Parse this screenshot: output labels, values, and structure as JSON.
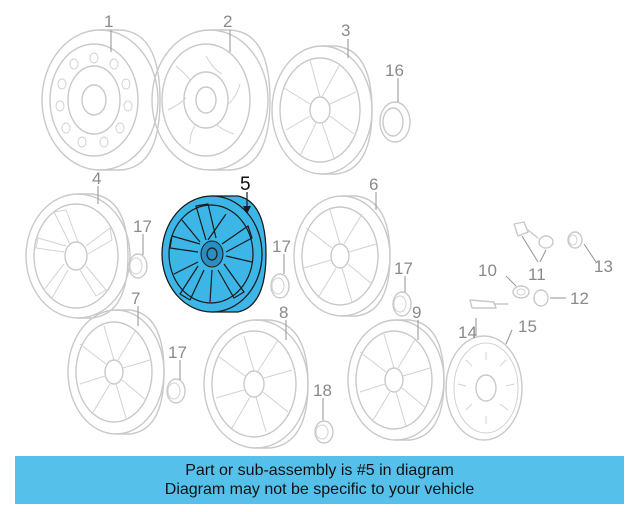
{
  "callouts": {
    "c1": "1",
    "c2": "2",
    "c3": "3",
    "c4": "4",
    "c5": "5",
    "c6": "6",
    "c7": "7",
    "c8": "8",
    "c9": "9",
    "c10": "10",
    "c11": "11",
    "c12": "12",
    "c13": "13",
    "c14": "14",
    "c15": "15",
    "c16": "16",
    "c17a": "17",
    "c17b": "17",
    "c17c": "17",
    "c17d": "17",
    "c18": "18"
  },
  "highlighted_part": "5",
  "colors": {
    "highlight": "#3bb6e6",
    "banner": "#55c1ea",
    "ghost": "#c9c9c9"
  },
  "banner": {
    "line1": "Part or sub-assembly is #5 in diagram",
    "line2": "Diagram may not be specific to your vehicle"
  }
}
